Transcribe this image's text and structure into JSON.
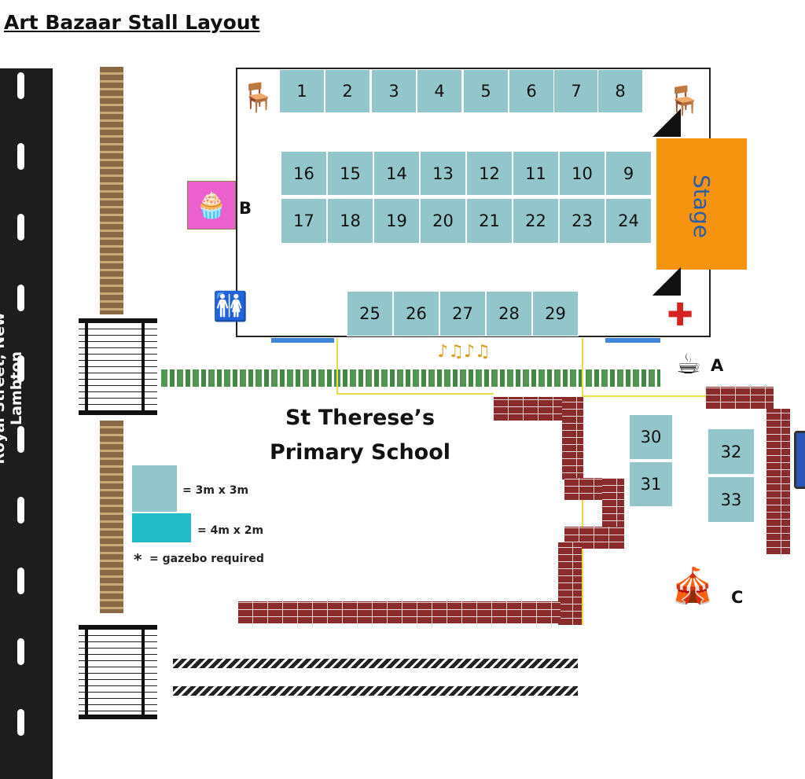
{
  "title": "Art Bazaar Stall Layout",
  "road_label": "Royal Street, New Lambton",
  "school_name": [
    "St Therese’s",
    "Primary School"
  ],
  "stage_label": "Stage",
  "stalls": {
    "row_top": [
      "1",
      "2",
      "3",
      "4",
      "5",
      "6",
      "7",
      "8"
    ],
    "row_mid_upper": [
      "16",
      "15",
      "14",
      "13",
      "12",
      "11",
      "10",
      "9"
    ],
    "row_mid_lower": [
      "17",
      "18",
      "19",
      "20",
      "21",
      "22",
      "23",
      "24"
    ],
    "row_bottom": [
      "25",
      "26",
      "27",
      "28",
      "29"
    ],
    "outdoor_left": [
      "30",
      "31"
    ],
    "outdoor_right": [
      "32",
      "33"
    ]
  },
  "markers": {
    "a": "A",
    "b": "B",
    "c": "C"
  },
  "legend": {
    "small_stall": "= 3m x 3m",
    "large_stall": "= 4m x 2m",
    "gazebo_symbol": "*",
    "gazebo": "= gazebo required"
  },
  "colors": {
    "stall": "#93c6ca",
    "large_stall": "#22bcc6",
    "stage": "#f7940f",
    "brick": "#8b2a2a"
  }
}
